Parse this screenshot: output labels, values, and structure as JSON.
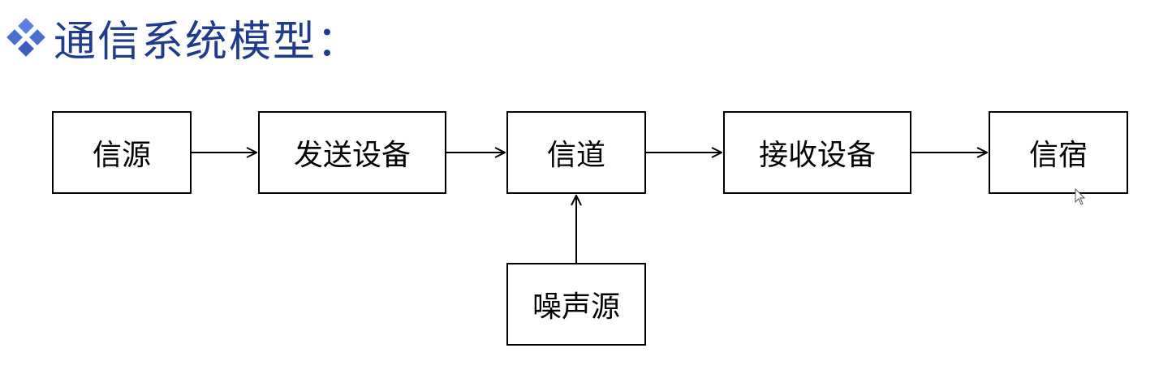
{
  "title": "通信系统模型：",
  "boxes": {
    "source": "信源",
    "transmitter": "发送设备",
    "channel": "信道",
    "receiver": "接收设备",
    "sink": "信宿",
    "noise": "噪声源"
  },
  "colors": {
    "title": "#1f3c8c",
    "bullet": "#4a6fd0",
    "border": "#000000"
  }
}
